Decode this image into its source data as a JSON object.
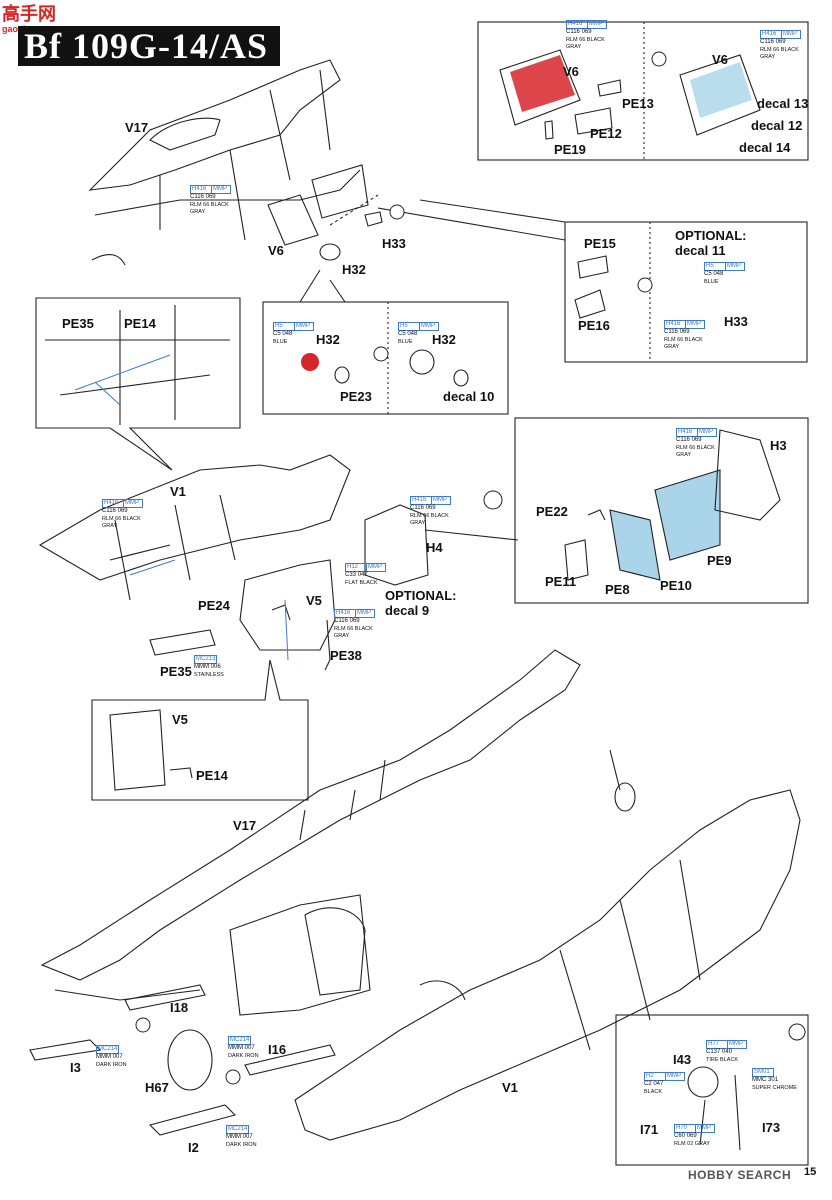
{
  "watermark": {
    "logo": "高手网",
    "url": "gaoshou.com"
  },
  "title": "Bf 109G-14/AS",
  "page_number": "15",
  "footer_watermark": "HOBBY SEARCH",
  "labels": {
    "v17_top": "V17",
    "v6_main": "V6",
    "h33_main": "H33",
    "h32_main": "H32",
    "v6_inset1": "V6",
    "pe13": "PE13",
    "pe12": "PE12",
    "pe19": "PE19",
    "v6_inset2": "V6",
    "decal13": "decal 13",
    "decal12": "decal 12",
    "decal14": "decal 14",
    "pe15": "PE15",
    "pe16": "PE16",
    "optional_decal11": "OPTIONAL:\ndecal 11",
    "h33_opt": "H33",
    "pe35_inset": "PE35",
    "pe14_inset": "PE14",
    "h32_a": "H32",
    "pe23": "PE23",
    "h32_b": "H32",
    "decal10": "decal 10",
    "v1_mid": "V1",
    "pe24": "PE24",
    "pe35_mid": "PE35",
    "v5_mid": "V5",
    "pe38": "PE38",
    "h4": "H4",
    "optional_decal9": "OPTIONAL:\ndecal 9",
    "h3": "H3",
    "pe22": "PE22",
    "pe9": "PE9",
    "pe11": "PE11",
    "pe8": "PE8",
    "pe10": "PE10",
    "v5_inset": "V5",
    "pe14_inset2": "PE14",
    "v17_bottom": "V17",
    "i18": "I18",
    "i3": "I3",
    "h67": "H67",
    "i16": "I16",
    "i2": "I2",
    "v1_bottom": "V1",
    "i43": "I43",
    "i71": "I71",
    "i73": "I73"
  },
  "paints": [
    {
      "id": "p1",
      "h": "H416",
      "mmp": "MMP",
      "c": "C116",
      "code": "069",
      "name": "RLM 66 BLACK GRAY"
    },
    {
      "id": "p2",
      "h": "H416",
      "mmp": "MMP",
      "c": "C116",
      "code": "069",
      "name": "RLM 66 BLACK GRAY"
    },
    {
      "id": "p3",
      "h": "H416",
      "mmp": "MMP",
      "c": "C116",
      "code": "069",
      "name": "RLM 66 BLACK GRAY"
    },
    {
      "id": "p4",
      "h": "H5",
      "mmp": "MMP",
      "c": "C5",
      "code": "048",
      "name": "BLUE"
    },
    {
      "id": "p5",
      "h": "H416",
      "mmp": "MMP",
      "c": "C116",
      "code": "069",
      "name": "RLM 66 BLACK GRAY"
    },
    {
      "id": "p6",
      "h": "H5",
      "mmp": "MMP",
      "c": "C5",
      "code": "048",
      "name": "BLUE"
    },
    {
      "id": "p7",
      "h": "H5",
      "mmp": "MMP",
      "c": "C5",
      "code": "048",
      "name": "BLUE"
    },
    {
      "id": "p8",
      "h": "H416",
      "mmp": "MMP",
      "c": "C116",
      "code": "069",
      "name": "RLM 66 BLACK GRAY"
    },
    {
      "id": "p9",
      "h": "H416",
      "mmp": "MMP",
      "c": "C116",
      "code": "069",
      "name": "RLM 66 BLACK GRAY"
    },
    {
      "id": "p10",
      "h": "H416",
      "mmp": "MMP",
      "c": "C116",
      "code": "069",
      "name": "RLM 66 BLACK GRAY"
    },
    {
      "id": "p11",
      "h": "H12",
      "mmp": "MMP",
      "c": "C33",
      "code": "047",
      "name": "FLAT BLACK"
    },
    {
      "id": "p12",
      "h": "H416",
      "mmp": "MMP",
      "c": "C116",
      "code": "069",
      "name": "RLM 66 BLACK GRAY"
    },
    {
      "id": "p13",
      "h": "MC213",
      "mmp": "",
      "c": "MMM",
      "code": "006",
      "name": "STAINLESS"
    },
    {
      "id": "p14",
      "h": "MC214",
      "mmp": "",
      "c": "MMM",
      "code": "007",
      "name": "DARK IRON"
    },
    {
      "id": "p15",
      "h": "MC214",
      "mmp": "",
      "c": "MMM",
      "code": "007",
      "name": "DARK IRON"
    },
    {
      "id": "p16",
      "h": "MC214",
      "mmp": "",
      "c": "MMM",
      "code": "007",
      "name": "DARK IRON"
    },
    {
      "id": "p17",
      "h": "H77",
      "mmp": "MMP",
      "c": "C137",
      "code": "040",
      "name": "TIRE BLACK"
    },
    {
      "id": "p18",
      "h": "H2",
      "mmp": "MMP",
      "c": "C2",
      "code": "047",
      "name": "BLACK"
    },
    {
      "id": "p19",
      "h": "SM01",
      "mmp": "",
      "c": "MMC",
      "code": "301",
      "name": "SUPER CHROME"
    },
    {
      "id": "p20",
      "h": "H70",
      "mmp": "MMP",
      "c": "C60",
      "code": "069",
      "name": "RLM 02 GRAY"
    }
  ],
  "colors": {
    "accent_blue": "#3a7bd5",
    "light_blue_fill": "#a9d4ea",
    "red_fill": "#d6262a"
  }
}
